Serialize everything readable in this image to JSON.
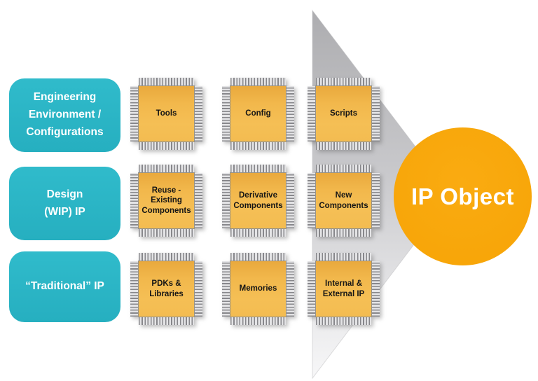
{
  "diagram": {
    "title": "IP Object composition diagram",
    "colors": {
      "teal": "#2AB5C5",
      "chip_orange": "#F3BA4E",
      "circle_orange": "#F7A406",
      "triangle_gray": "#C7C7CA",
      "chip_text": "#151515",
      "label_text": "#FFFFFF"
    },
    "rows": [
      {
        "label": "Engineering Environment / Configurations",
        "label_lines": [
          "Engineering",
          "Environment /",
          "Configurations"
        ],
        "chips": [
          "Tools",
          "Config",
          "Scripts"
        ]
      },
      {
        "label": "Design (WIP) IP",
        "label_lines": [
          "Design",
          "(WIP) IP"
        ],
        "chips": [
          "Reuse - Existing Components",
          "Derivative Components",
          "New Components"
        ]
      },
      {
        "label": "“Traditional” IP",
        "label_lines": [
          "“Traditional” IP"
        ],
        "chips": [
          "PDKs & Libraries",
          "Memories",
          "Internal & External IP"
        ]
      }
    ],
    "result": {
      "label": "IP Object"
    }
  }
}
